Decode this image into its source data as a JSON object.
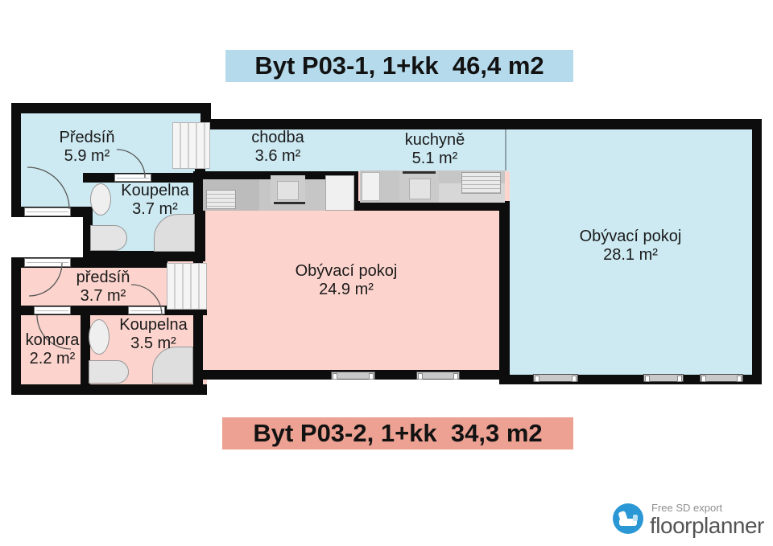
{
  "plan_type": "floorplan",
  "apartments": [
    {
      "id": "P03-1",
      "label": "Byt P03-1, 1+kk  46,4 m2",
      "layout": "1+kk",
      "total_area": "46,4 m2",
      "floor_color": "#cdeaf3",
      "title_bg": "#b5daeb",
      "rooms": [
        {
          "name": "Předsíň",
          "area": "5.9 m²"
        },
        {
          "name": "chodba",
          "area": "3.6 m²"
        },
        {
          "name": "kuchyně",
          "area": "5.1 m²"
        },
        {
          "name": "Koupelna",
          "area": "3.7 m²"
        },
        {
          "name": "Obývací pokoj",
          "area": "28.1 m²"
        }
      ]
    },
    {
      "id": "P03-2",
      "label": "Byt P03-2, 1+kk  34,3 m2",
      "layout": "1+kk",
      "total_area": "34,3 m2",
      "floor_color": "#fcd4cd",
      "title_bg": "#eca192",
      "rooms": [
        {
          "name": "předsíň",
          "area": "3.7 m²"
        },
        {
          "name": "komora",
          "area": "2.2 m²"
        },
        {
          "name": "Koupelna",
          "area": "3.5 m²"
        },
        {
          "name": "Obývací pokoj",
          "area": "24.9 m²"
        }
      ]
    }
  ],
  "branding": {
    "export_label": "Free SD export",
    "brand": "floorplanner",
    "brand_color": "#2b97d4"
  },
  "colors": {
    "wall": "#0d0d0d",
    "floor_blue": "#cdeaf3",
    "floor_pink": "#fcd4cd",
    "counter_gray": "#c6c6c6"
  }
}
